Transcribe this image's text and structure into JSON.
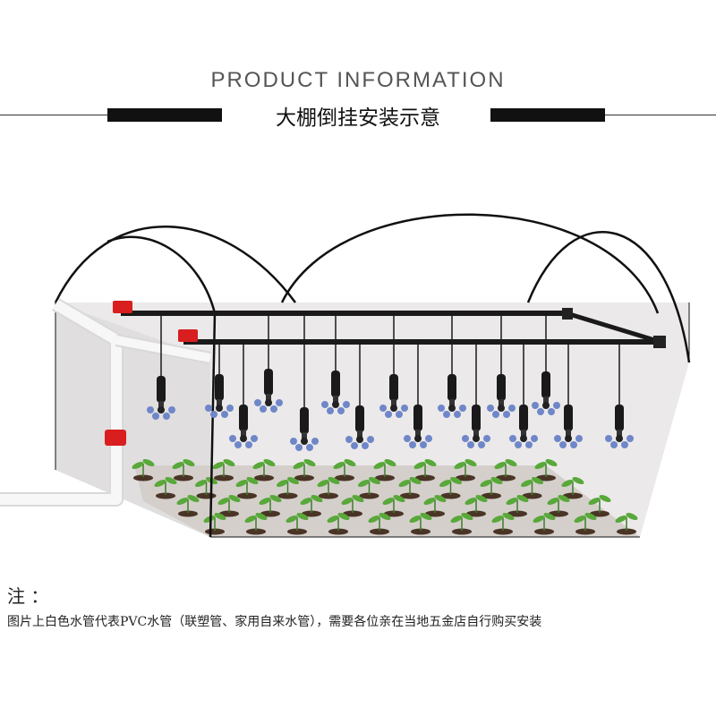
{
  "header": {
    "title_en": "PRODUCT INFORMATION",
    "title_cn": "大棚倒挂安装示意"
  },
  "colors": {
    "accent_bar": "#111111",
    "valve_red": "#d81e1e",
    "pipe_white": "#f2f2f2",
    "drip_line": "#1a1a1a",
    "soil": "#4a3426",
    "leaf": "#58a83a",
    "nozzle_blue": "#6f87c9"
  },
  "note": {
    "label": "注 ：",
    "text": "图片上白色水管代表PVC水管（联塑管、家用自来水管），需要各位亲在当地五金店自行购买安装"
  }
}
